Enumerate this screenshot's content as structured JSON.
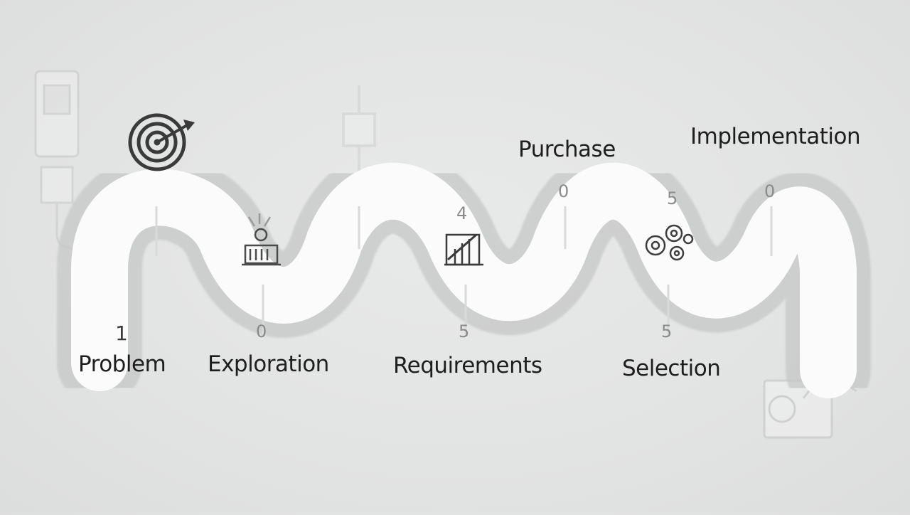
{
  "diagram": {
    "stages": [
      {
        "label": "Problem",
        "number": "1",
        "icon": "target-icon"
      },
      {
        "label": "Exploration",
        "number": "0",
        "icon": "building-icon"
      },
      {
        "label": "Requirements",
        "number": "5",
        "icon": "bar-chart-icon"
      },
      {
        "label": "Purchase",
        "number": "0",
        "icon": ""
      },
      {
        "label": "Selection",
        "number": "5",
        "icon": "gears-icon"
      },
      {
        "label": "Implementation",
        "number": "0",
        "icon": ""
      }
    ],
    "markers": [
      "4",
      "5"
    ],
    "colors": {
      "road": "#fbfbfb",
      "road_border": "#c9caca",
      "text": "#1e1e1e",
      "background": "#e3e4e4"
    }
  }
}
